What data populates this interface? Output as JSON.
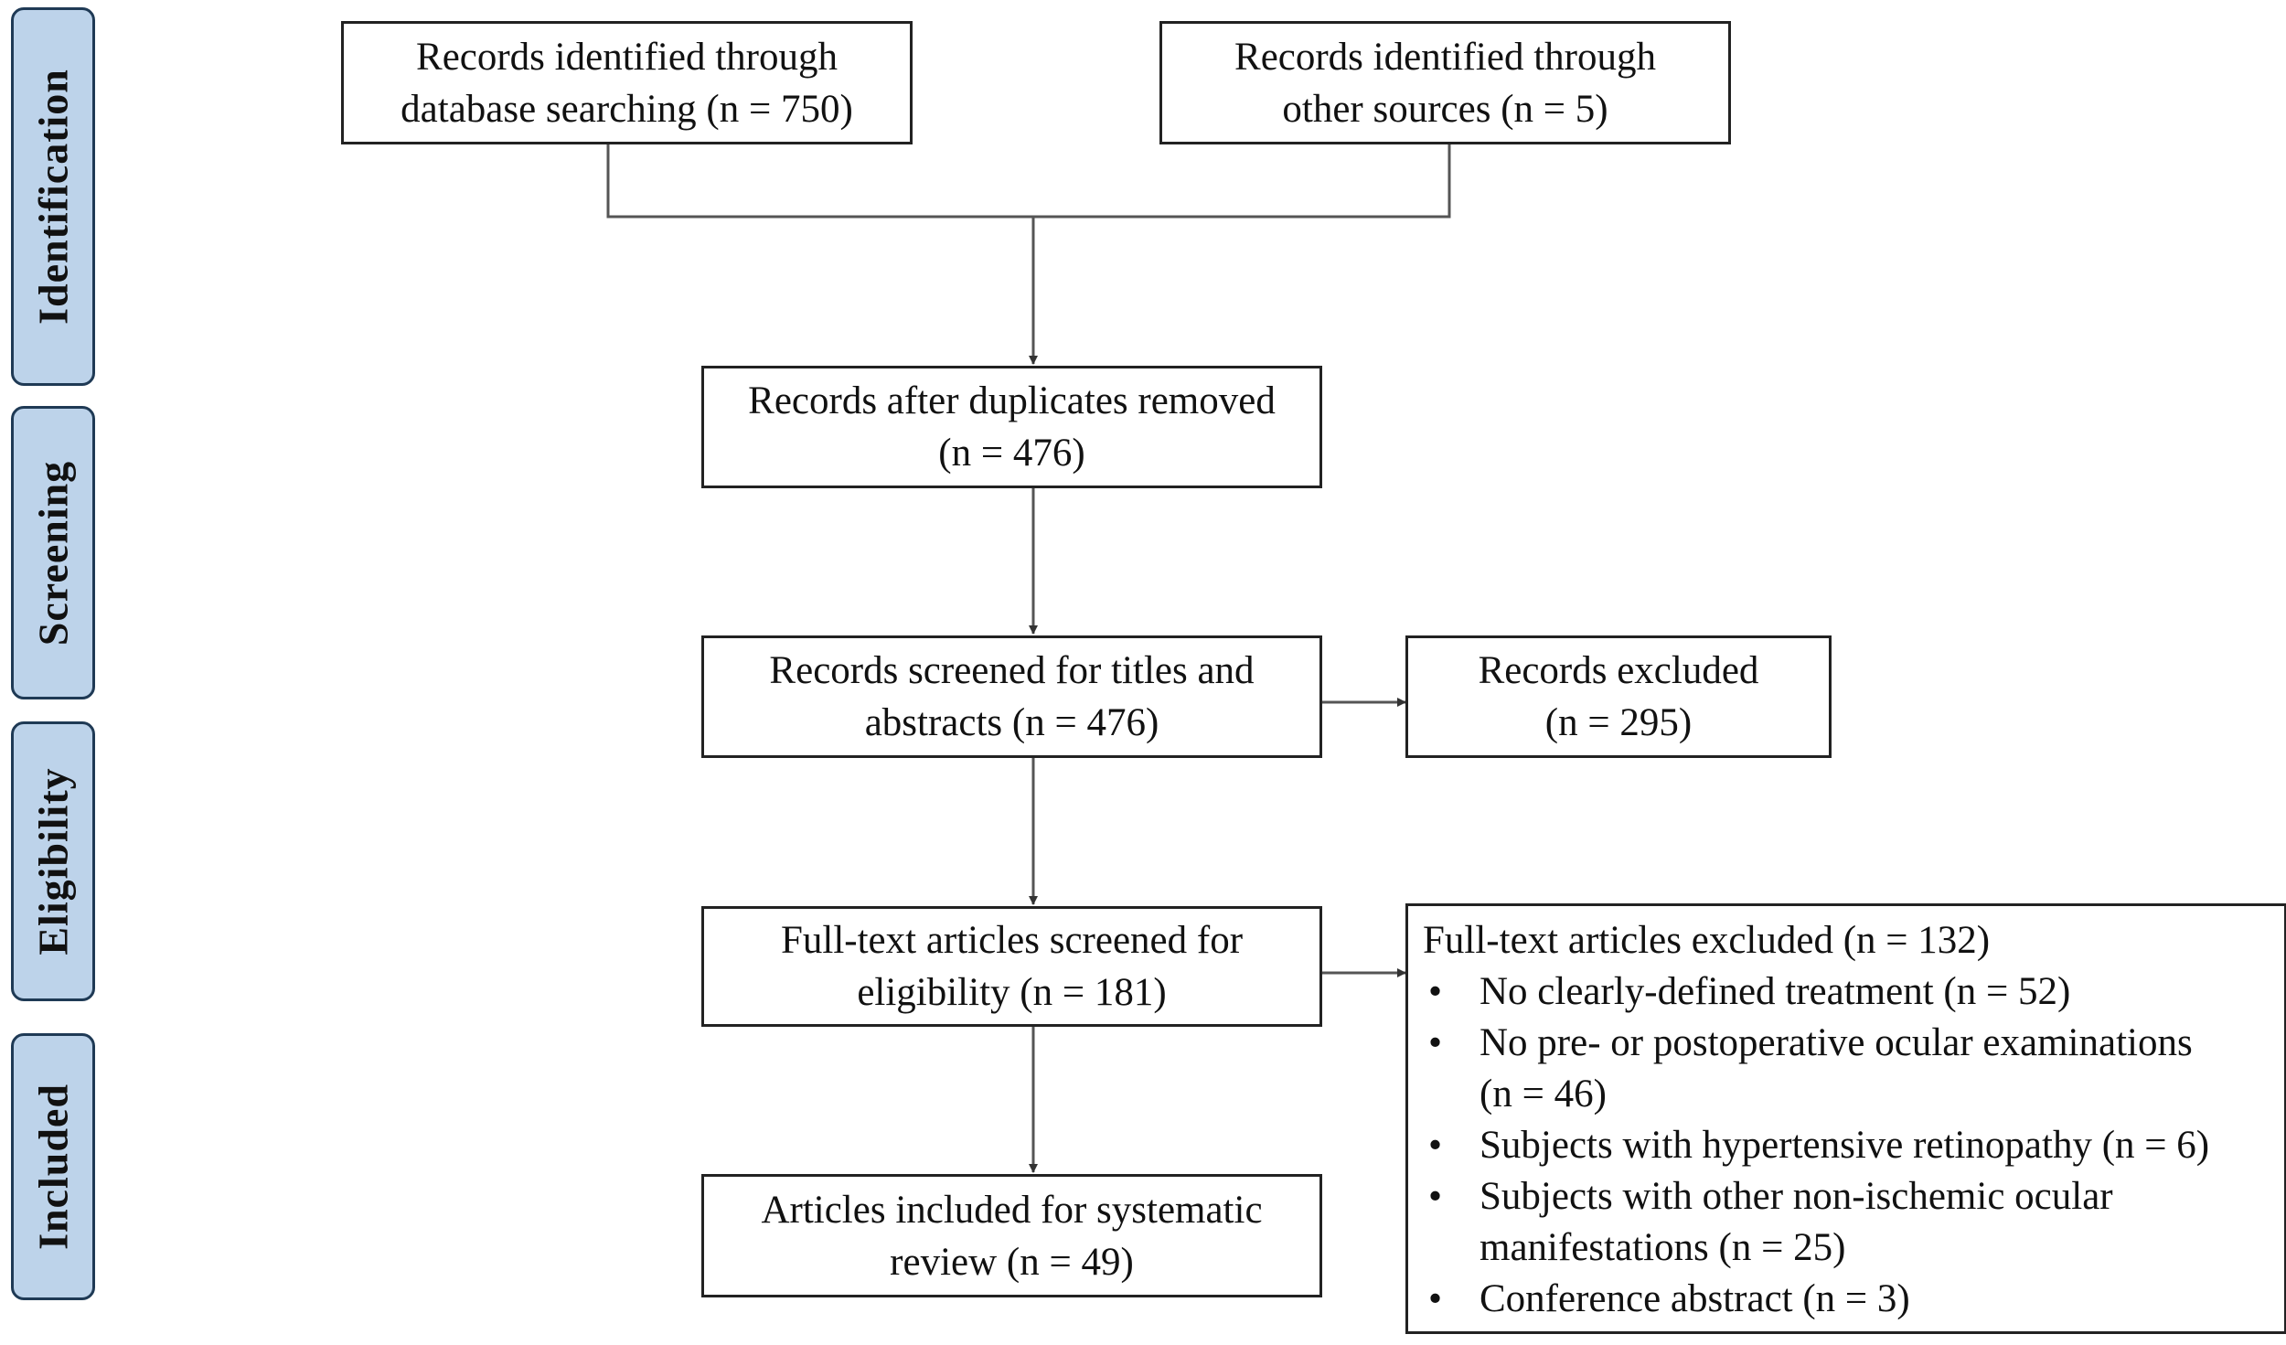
{
  "stages": [
    {
      "label": "Identification"
    },
    {
      "label": "Screening"
    },
    {
      "label": "Eligibility"
    },
    {
      "label": "Included"
    }
  ],
  "boxes": {
    "database": {
      "lines": [
        "Records identified through",
        "database searching (n = 750)"
      ]
    },
    "other_sources": {
      "lines": [
        "Records identified through",
        "other sources (n = 5)"
      ]
    },
    "after_duplicates": {
      "lines": [
        "Records after duplicates removed",
        "(n = 476)"
      ]
    },
    "screened": {
      "lines": [
        "Records screened for titles and",
        "abstracts (n = 476)"
      ]
    },
    "excluded": {
      "lines": [
        "Records excluded",
        "(n = 295)"
      ]
    },
    "fulltext": {
      "lines": [
        "Full-text articles screened for",
        "eligibility (n = 181)"
      ]
    },
    "included": {
      "lines": [
        "Articles included for systematic",
        "review (n = 49)"
      ]
    }
  },
  "fulltext_excluded": {
    "title": "Full-text articles excluded (n = 132)",
    "bullet_symbol": "•",
    "reasons": [
      {
        "lines": [
          "No clearly-defined treatment (n = 52)"
        ]
      },
      {
        "lines": [
          "No pre- or postoperative ocular examinations",
          "(n = 46)"
        ]
      },
      {
        "lines": [
          "Subjects with hypertensive retinopathy (n = 6)"
        ]
      },
      {
        "lines": [
          "Subjects with other non-ischemic ocular",
          "manifestations (n = 25)"
        ]
      },
      {
        "lines": [
          "Conference abstract (n = 3)"
        ]
      }
    ]
  }
}
